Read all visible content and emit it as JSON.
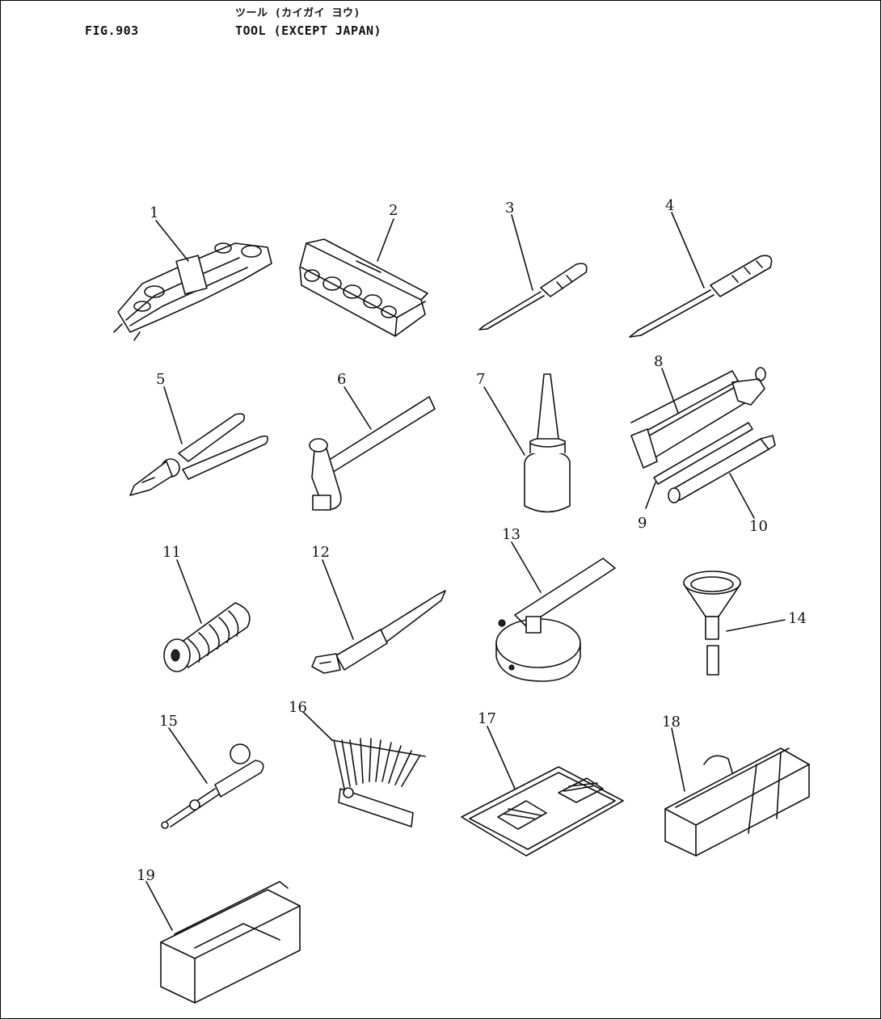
{
  "header": {
    "figure_number": "FIG.903",
    "title_kana": "ツール (カイガイ ヨウ)",
    "title": "TOOL (EXCEPT JAPAN)"
  },
  "callouts": [
    "1",
    "2",
    "3",
    "4",
    "5",
    "6",
    "7",
    "8",
    "9",
    "10",
    "11",
    "12",
    "13",
    "14",
    "15",
    "16",
    "17",
    "18",
    "19"
  ],
  "parts": [
    {
      "no": "1",
      "icon": "wrench-set-icon"
    },
    {
      "no": "2",
      "icon": "socket-set-case-icon"
    },
    {
      "no": "3",
      "icon": "screwdriver-small-icon"
    },
    {
      "no": "4",
      "icon": "screwdriver-large-icon"
    },
    {
      "no": "5",
      "icon": "pliers-icon"
    },
    {
      "no": "6",
      "icon": "hammer-icon"
    },
    {
      "no": "7",
      "icon": "oil-can-icon"
    },
    {
      "no": "8",
      "icon": "grease-gun-icon"
    },
    {
      "no": "9",
      "icon": "grease-gun-nozzle-icon"
    },
    {
      "no": "10",
      "icon": "grease-gun-hose-icon"
    },
    {
      "no": "11",
      "icon": "cable-coil-icon"
    },
    {
      "no": "12",
      "icon": "pry-bar-icon"
    },
    {
      "no": "13",
      "icon": "filter-wrench-icon"
    },
    {
      "no": "14",
      "icon": "funnel-icon"
    },
    {
      "no": "15",
      "icon": "grease-pump-icon"
    },
    {
      "no": "16",
      "icon": "feeler-gauge-icon"
    },
    {
      "no": "17",
      "icon": "manual-icon"
    },
    {
      "no": "18",
      "icon": "tool-bag-icon"
    },
    {
      "no": "19",
      "icon": "tool-box-icon"
    }
  ]
}
